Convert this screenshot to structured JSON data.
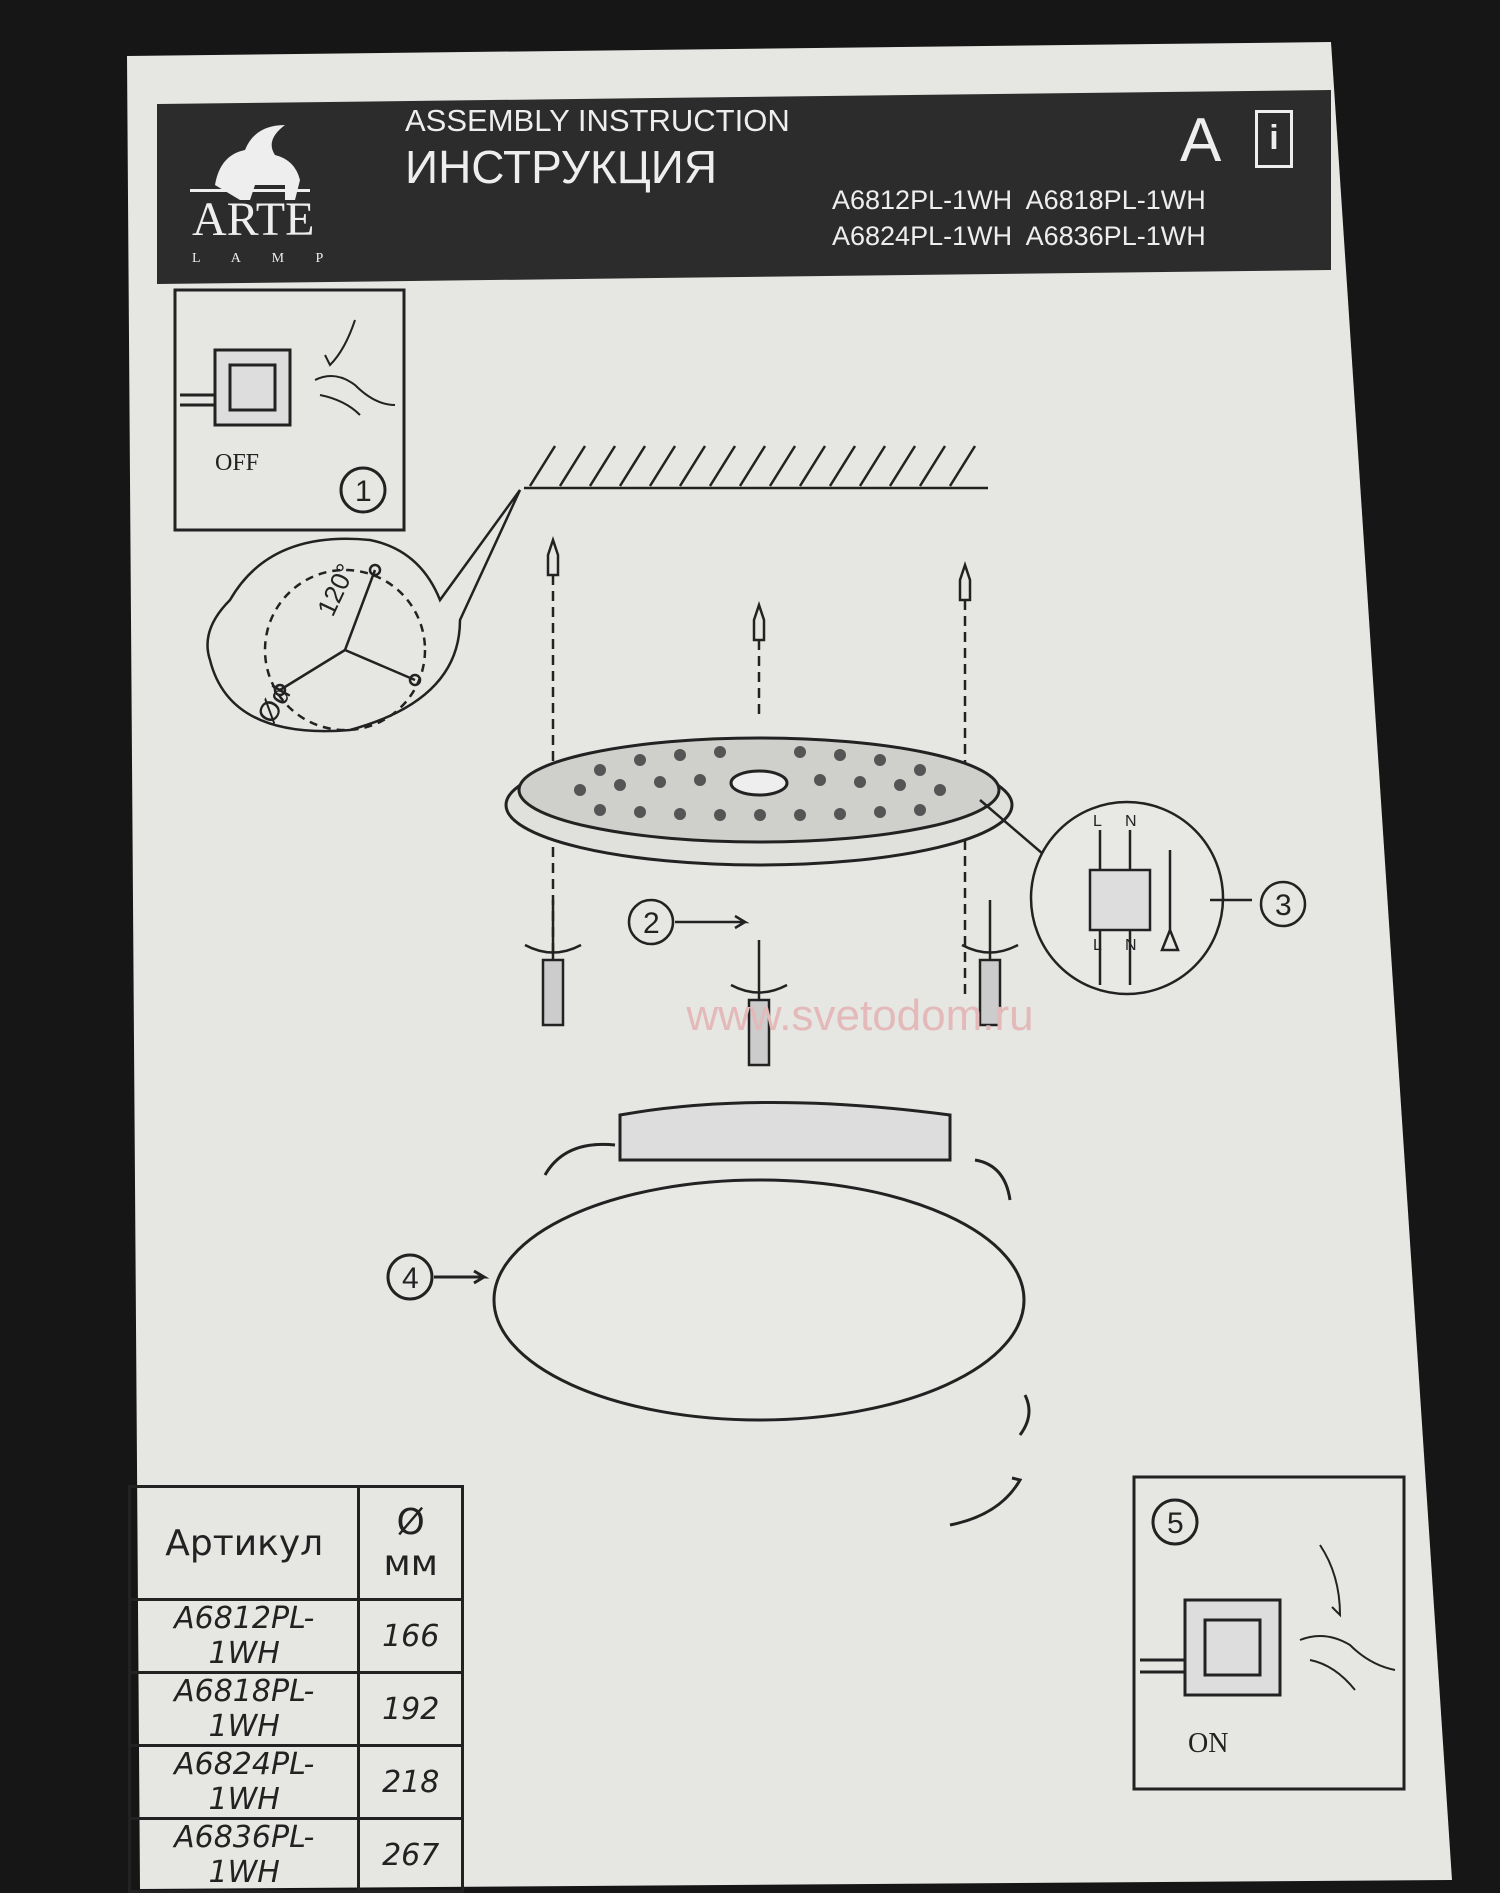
{
  "header": {
    "brand": "ARTE",
    "brand_sub": "L A M P",
    "title_en": "ASSEMBLY INSTRUCTION",
    "title_ru": "ИНСТРУКЦИЯ",
    "badge_letter": "A",
    "info_icon": "info-book-icon",
    "models": [
      "A6812PL-1WH",
      "A6818PL-1WH",
      "A6824PL-1WH",
      "A6836PL-1WH"
    ]
  },
  "steps": {
    "step1": {
      "number": "1",
      "label": "OFF"
    },
    "step2": {
      "number": "2"
    },
    "step3": {
      "number": "3",
      "terminal_top": [
        "L",
        "N"
      ],
      "terminal_bottom": [
        "L",
        "N"
      ]
    },
    "step4": {
      "number": "4"
    },
    "step5": {
      "number": "5",
      "label": "ON"
    }
  },
  "detail": {
    "angle": "120°",
    "diameter": "Ød"
  },
  "watermark": "www.svetodom.ru",
  "table": {
    "headers": [
      "Артикул",
      "Ø мм"
    ],
    "rows": [
      [
        "A6812PL- 1WH",
        "166"
      ],
      [
        "A6818PL- 1WH",
        "192"
      ],
      [
        "A6824PL- 1WH",
        "218"
      ],
      [
        "A6836PL- 1WH",
        "267"
      ]
    ]
  },
  "colors": {
    "paper": "#e6e6e3",
    "header_band": "#2c2c2c",
    "ink": "#222222",
    "background": "#161616",
    "watermark": "#e3b9b9"
  }
}
